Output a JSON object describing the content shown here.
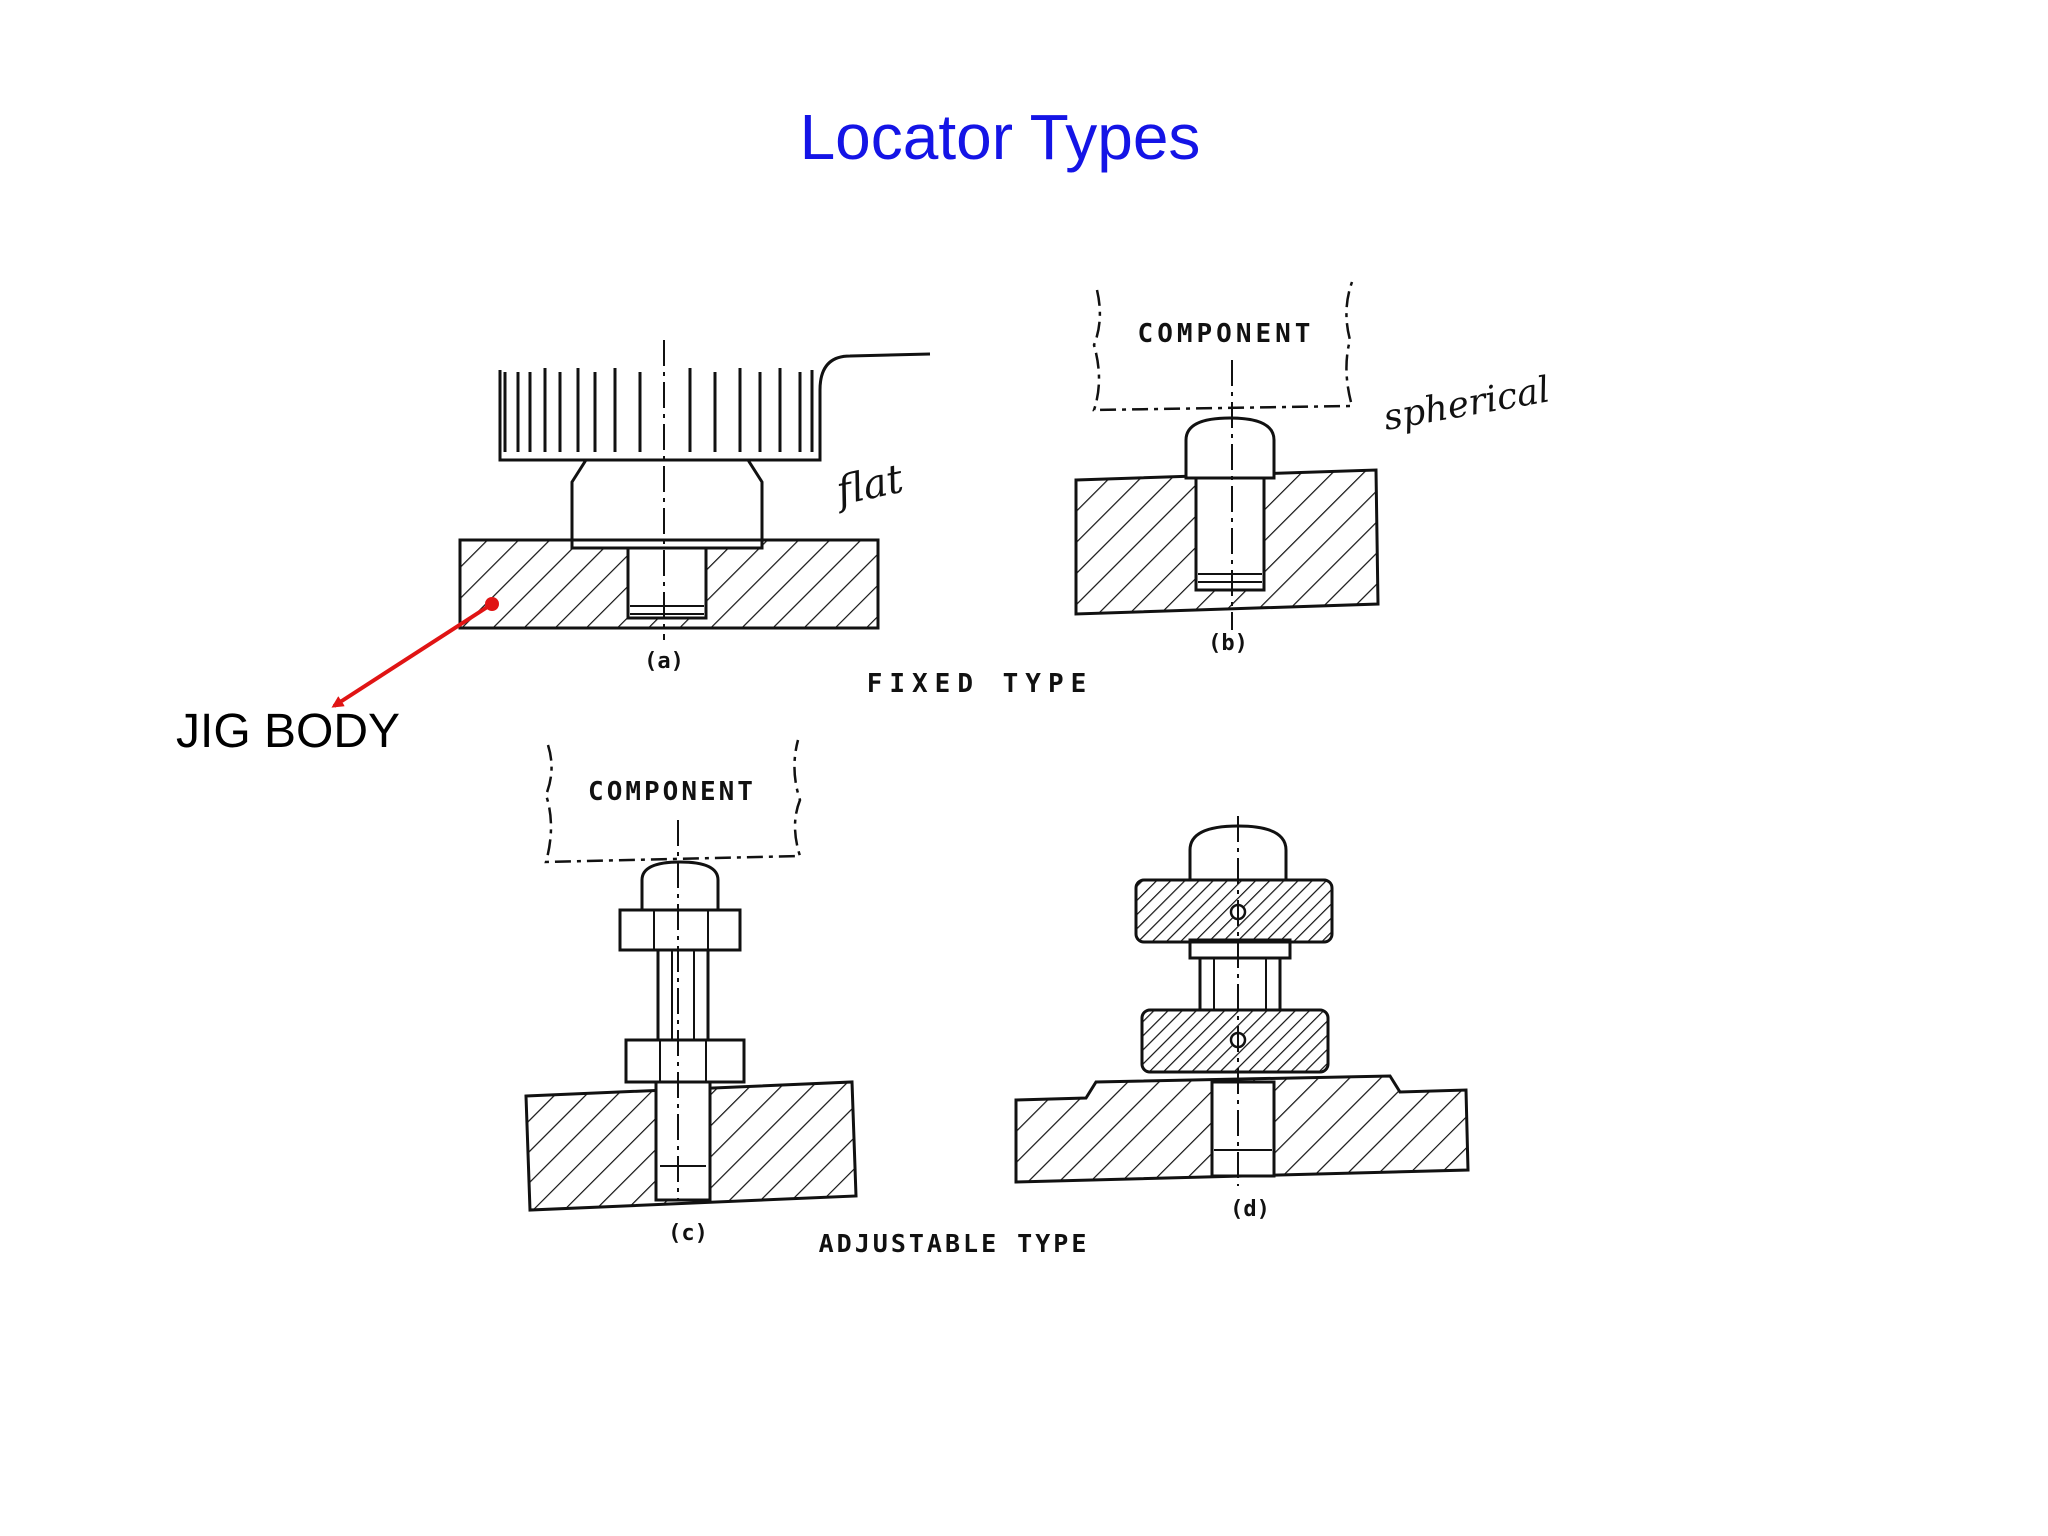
{
  "title": "Locator Types",
  "callout": {
    "label": "JIG BODY",
    "arrow_color": "#e01414"
  },
  "title_color": "#1414e6",
  "figures": {
    "a": {
      "caption": "(a)",
      "note": "flat"
    },
    "b": {
      "caption": "(b)",
      "component_label": "COMPONENT",
      "note": "spherical"
    },
    "c": {
      "caption": "(c)",
      "component_label": "COMPONENT"
    },
    "d": {
      "caption": "(d)"
    }
  },
  "group_labels": {
    "fixed": "FIXED TYPE",
    "adjustable": "ADJUSTABLE TYPE"
  }
}
